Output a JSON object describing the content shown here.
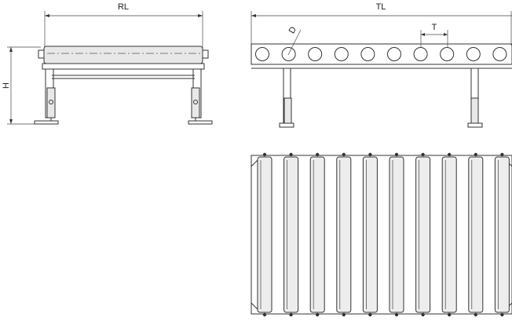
{
  "labels": {
    "rl": "RL",
    "tl": "TL",
    "h": "H",
    "d": "D",
    "t": "T"
  },
  "views": {
    "side_view_roller_count": 1,
    "front_view_roller_count": 10,
    "top_view_roller_count": 10
  }
}
